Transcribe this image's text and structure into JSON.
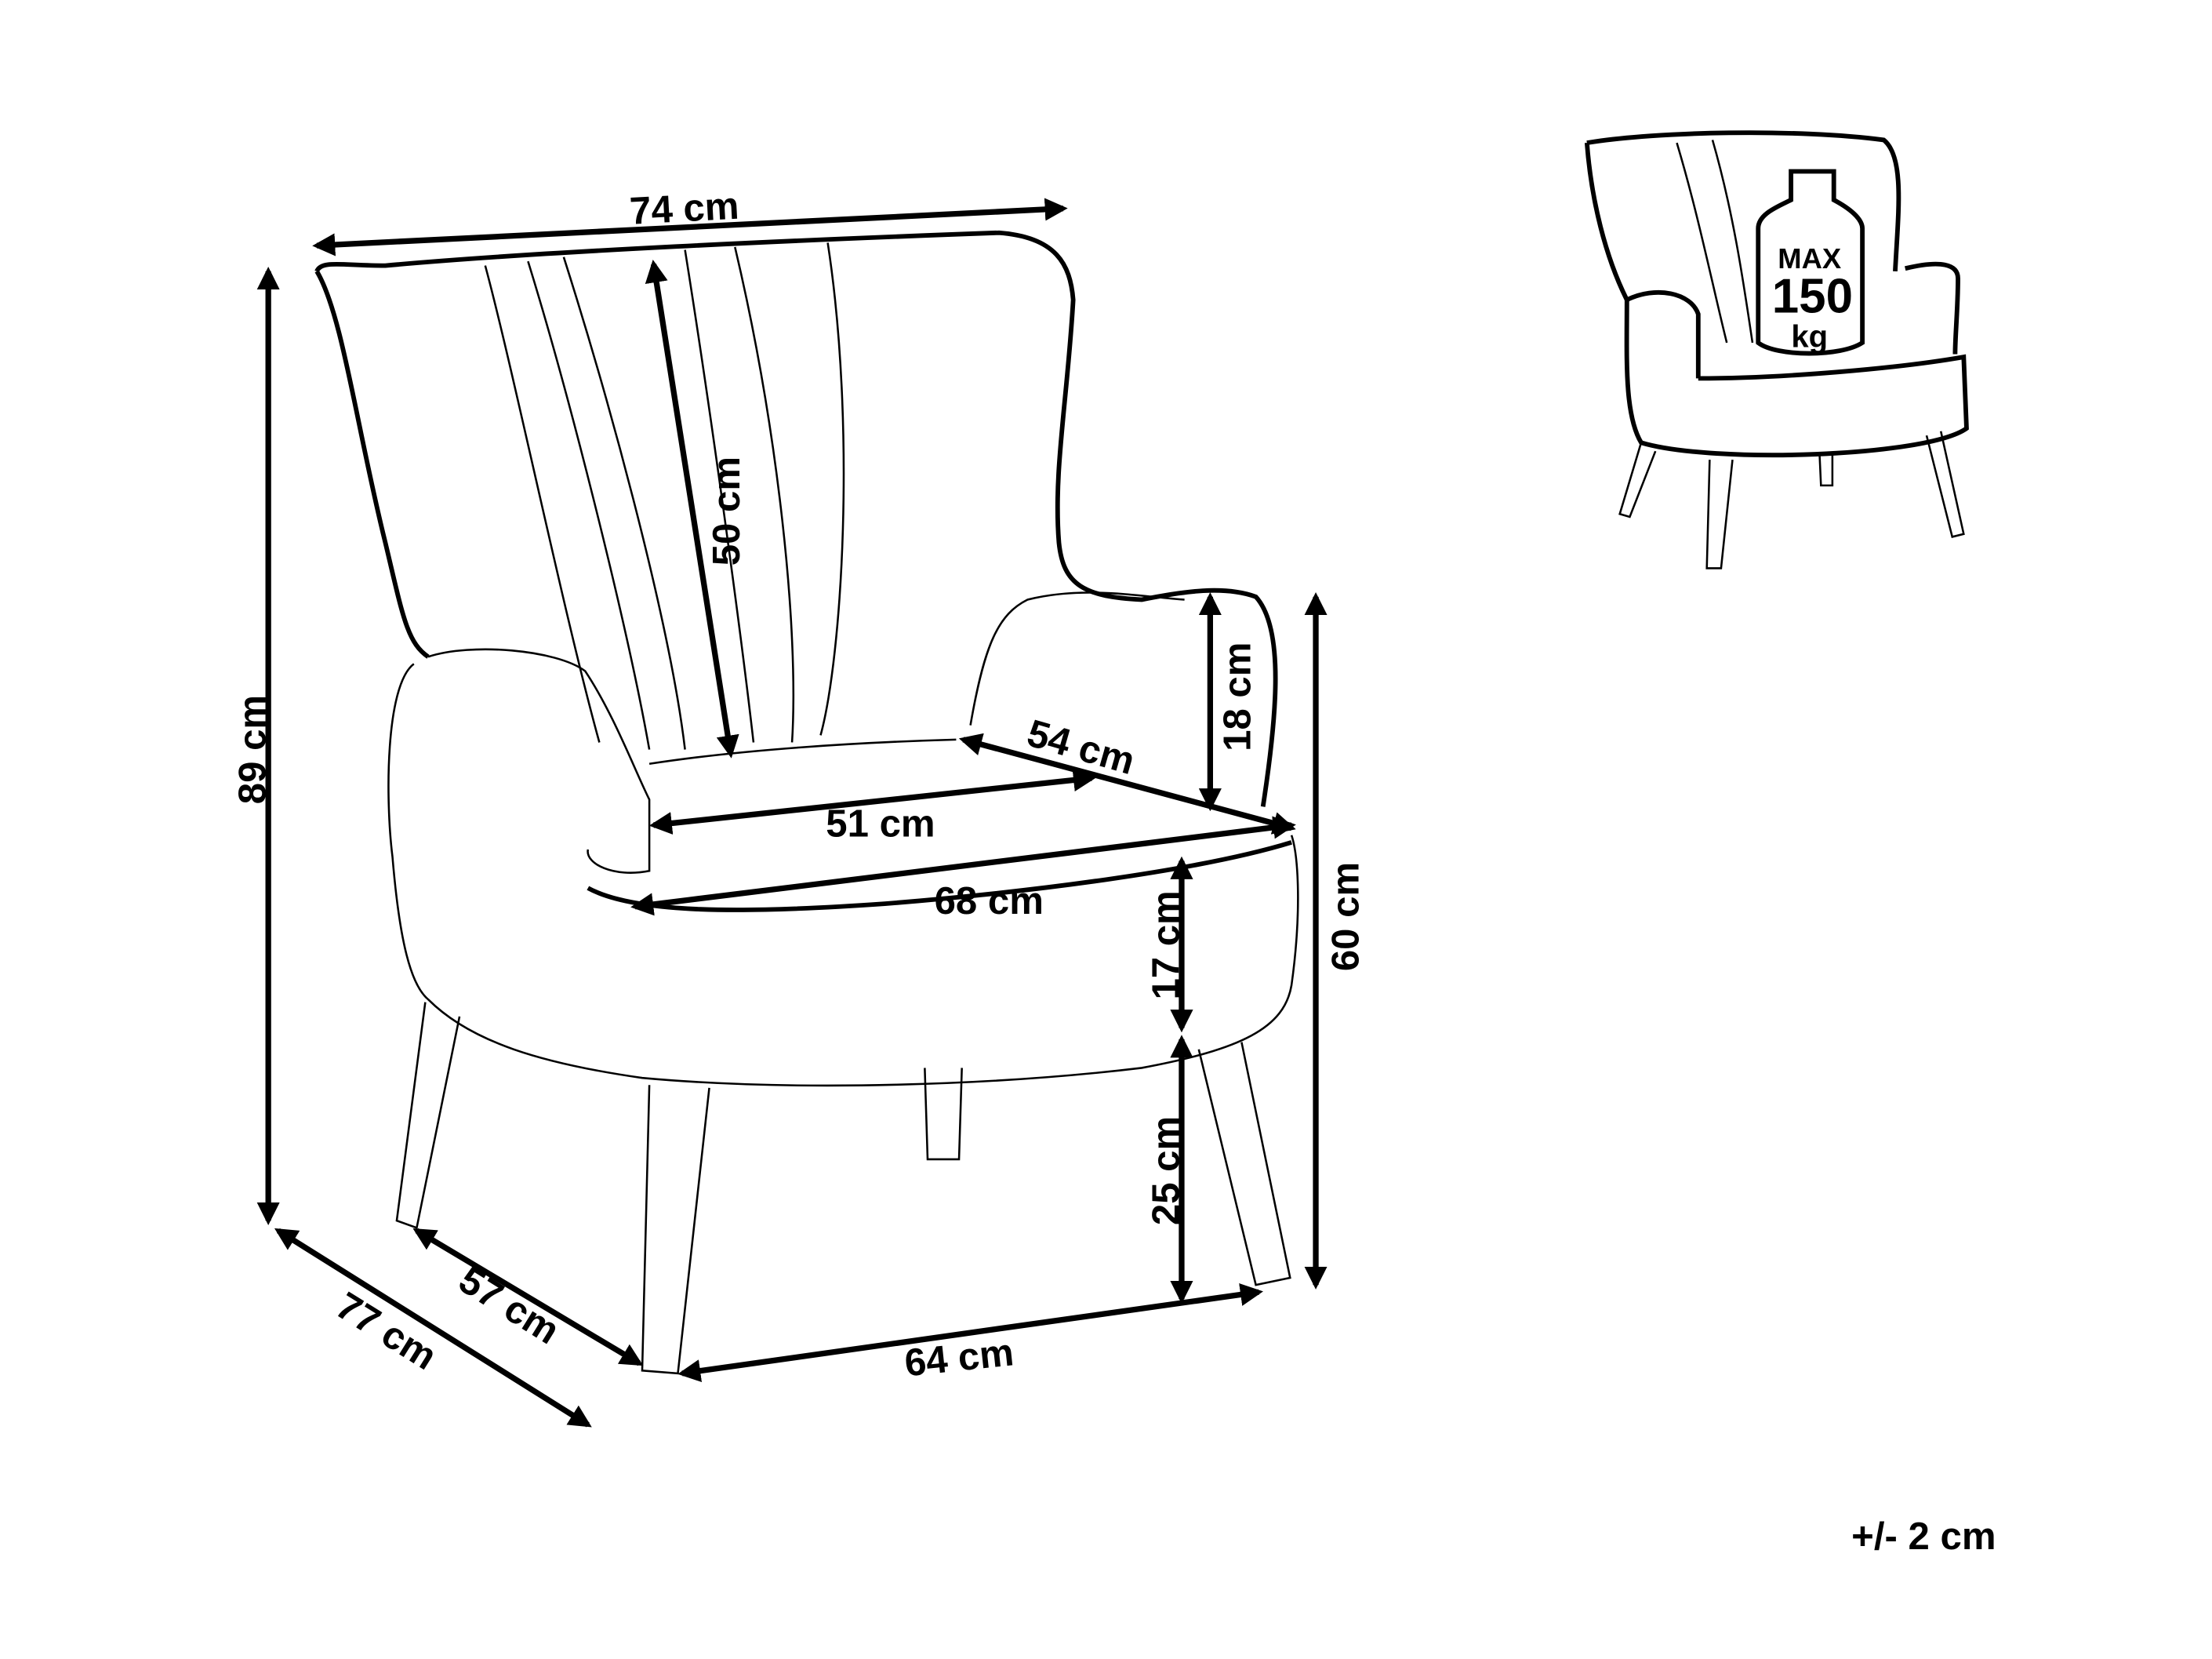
{
  "dimensions": {
    "overall_width": "74 cm",
    "overall_height": "89 cm",
    "backrest_height": "50 cm",
    "armrest_height": "18 cm",
    "arm_height_floor": "60 cm",
    "seat_depth": "54 cm",
    "seat_width": "51 cm",
    "seat_front_width": "68 cm",
    "seat_thickness": "17 cm",
    "leg_height": "25 cm",
    "leg_span_width": "64 cm",
    "leg_span_depth": "57 cm",
    "overall_depth": "77 cm"
  },
  "tolerance": "+/- 2 cm",
  "max_load": {
    "line1": "MAX",
    "line2": "150",
    "line3": "kg"
  }
}
